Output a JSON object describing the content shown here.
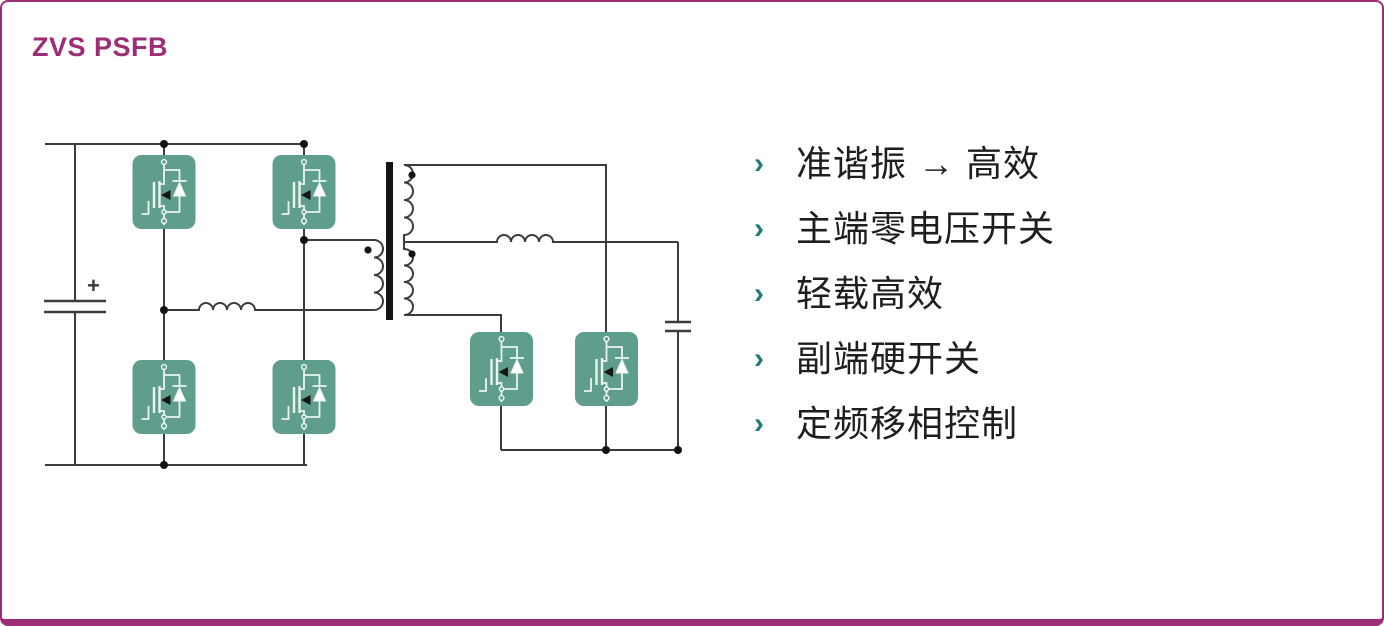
{
  "slide": {
    "title": "ZVS PSFB"
  },
  "bullets": {
    "marker": "›",
    "items": [
      {
        "text": "准谐振 → 高效"
      },
      {
        "text": "主端零电压开关"
      },
      {
        "text": "轻载高效"
      },
      {
        "text": "副端硬开关"
      },
      {
        "text": "定频移相控制"
      }
    ]
  },
  "diagram": {
    "plus_label": "+",
    "description": "ZVS phase-shifted full-bridge converter: input capacitor, four primary MOSFETs in full bridge, resonant inductor, isolation transformer with center-tapped secondary, two synchronous rectifier MOSFETs, output inductor and output capacitor"
  },
  "colors": {
    "accent_purple": "#9C2E76",
    "module_green": "#5F9E8D",
    "chevron_teal": "#1E7B72",
    "wire_gray": "#3C3C3C",
    "text_dark": "#1E1E1E"
  }
}
